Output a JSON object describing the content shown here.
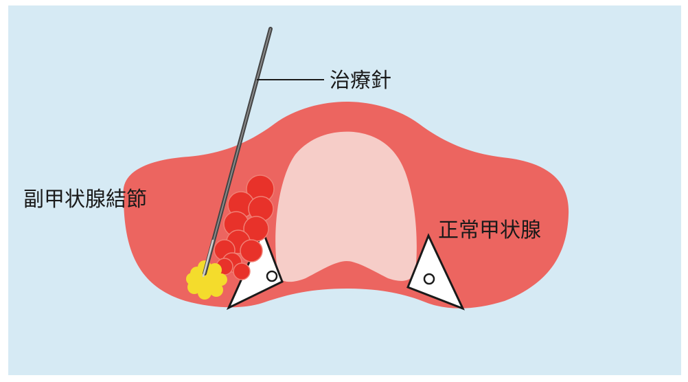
{
  "labels": {
    "needle": "治療針",
    "nodule": "副甲状腺結節",
    "normal_thyroid": "正常甲状腺"
  },
  "colors": {
    "background": "#d6eaf4",
    "thyroid": "#ec6560",
    "trachea": "#f6cdc8",
    "nodule": "#e8322a",
    "ablation": "#f4dc2c",
    "needle": "#555555"
  }
}
